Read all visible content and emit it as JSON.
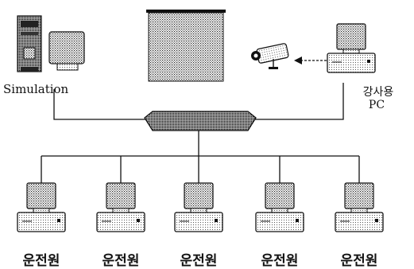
{
  "diagram": {
    "simulation_label": "Simulation",
    "instructor_label_line1": "강사용",
    "instructor_label_line2": "PC",
    "driver_label": "운전원",
    "stations": [
      {
        "label": "운전원"
      },
      {
        "label": "운전원"
      },
      {
        "label": "운전원"
      },
      {
        "label": "운전원"
      },
      {
        "label": "운전원"
      }
    ]
  }
}
